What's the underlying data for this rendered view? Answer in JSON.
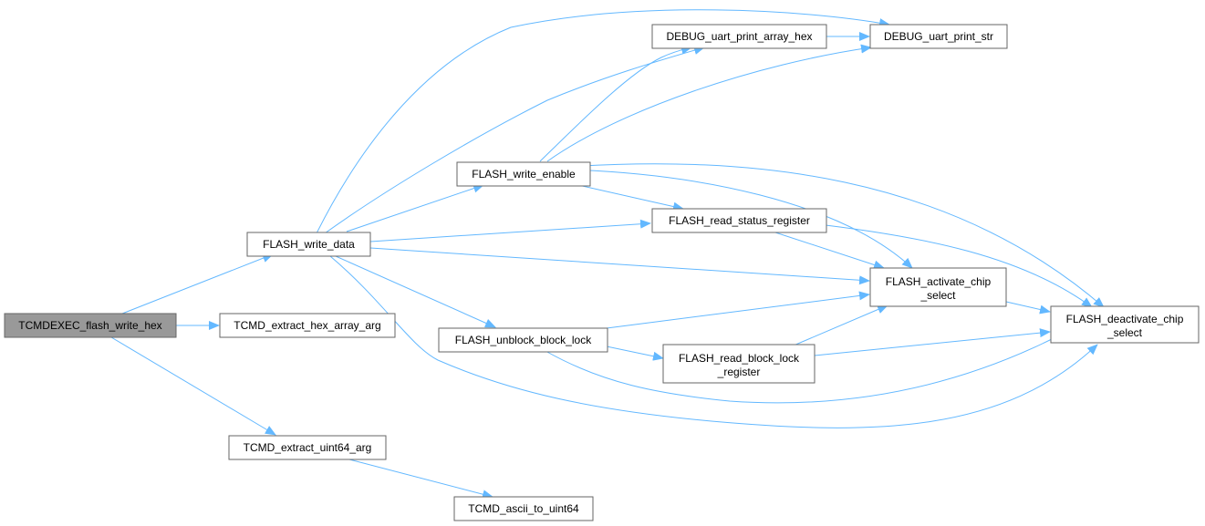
{
  "graph": {
    "colors": {
      "edge": "#63b8ff",
      "node_border": "#666666",
      "root_fill": "#999999",
      "node_fill": "#ffffff"
    },
    "nodes": {
      "root": {
        "lines": [
          "TCMDEXEC_flash_write_hex"
        ]
      },
      "flash_write_data": {
        "lines": [
          "FLASH_write_data"
        ]
      },
      "extract_hex": {
        "lines": [
          "TCMD_extract_hex_array_arg"
        ]
      },
      "extract_u64": {
        "lines": [
          "TCMD_extract_uint64_arg"
        ]
      },
      "ascii_u64": {
        "lines": [
          "TCMD_ascii_to_uint64"
        ]
      },
      "write_enable": {
        "lines": [
          "FLASH_write_enable"
        ]
      },
      "unblock": {
        "lines": [
          "FLASH_unblock_block_lock"
        ]
      },
      "print_array": {
        "lines": [
          "DEBUG_uart_print_array_hex"
        ]
      },
      "print_str": {
        "lines": [
          "DEBUG_uart_print_str"
        ]
      },
      "read_status": {
        "lines": [
          "FLASH_read_status_register"
        ]
      },
      "read_block": {
        "lines": [
          "FLASH_read_block_lock",
          "_register"
        ]
      },
      "activate": {
        "lines": [
          "FLASH_activate_chip",
          "_select"
        ]
      },
      "deactivate": {
        "lines": [
          "FLASH_deactivate_chip",
          "_select"
        ]
      }
    }
  }
}
